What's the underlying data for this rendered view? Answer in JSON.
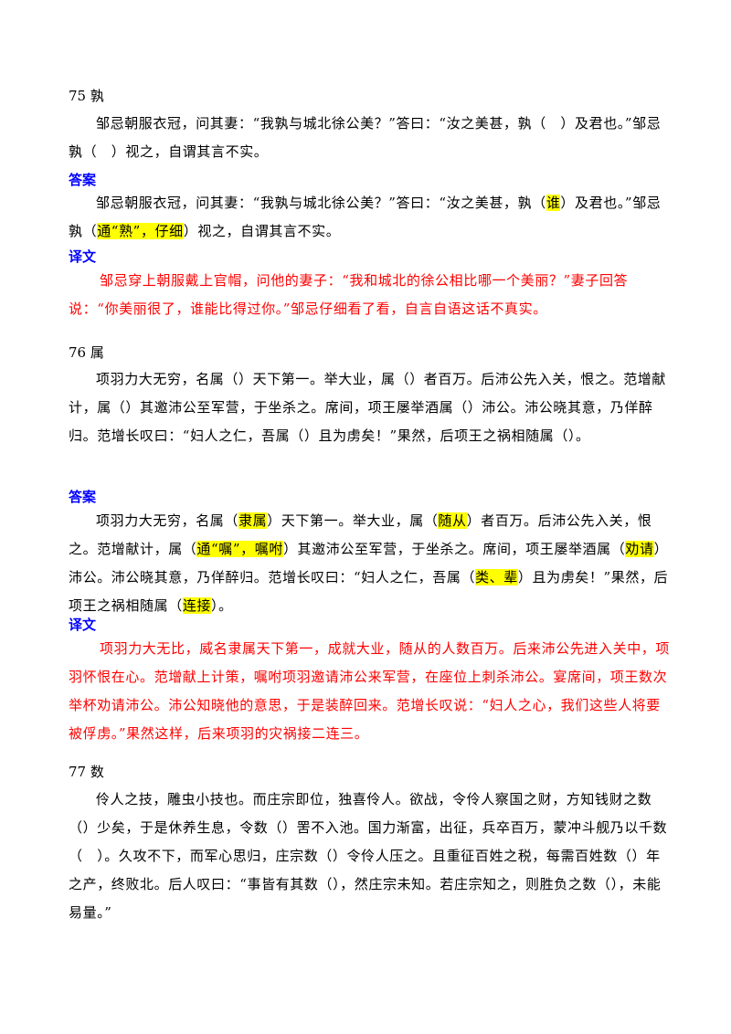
{
  "entries": [
    {
      "number_title": "75 孰",
      "question": [
        "邹忌朝服衣冠，问其妻：“我孰与城北徐公美？”答曰：“汝之美甚，孰（　）及君也。”邹忌孰（　）视之，自谓其言不实。"
      ],
      "answer_label": "答案",
      "answer_segments": [
        {
          "text": "邹忌朝服衣冠，问其妻：“我孰与城北徐公美？”答曰：“汝之美甚，孰（",
          "highlight": false
        },
        {
          "text": "谁",
          "highlight": true
        },
        {
          "text": "）及君也。”邹忌孰（",
          "highlight": false
        },
        {
          "text": "通“熟”，仔细",
          "highlight": true
        },
        {
          "text": "）视之，自谓其言不实。",
          "highlight": false
        }
      ],
      "translation_label": "译文",
      "translation": "邹忌穿上朝服戴上官帽，问他的妻子：“我和城北的徐公相比哪一个美丽？”妻子回答说：“你美丽很了，谁能比得过你。”邹忌仔细看了看，自言自语这话不真实。"
    },
    {
      "number_title": "76 属",
      "question": [
        "项羽力大无穷，名属（）天下第一。举大业，属（）者百万。后沛公先入关，恨之。范增献计，属（）其邀沛公至军营，于坐杀之。席间，项王屡举酒属（）沛公。沛公晓其意，乃佯醉归。范增长叹曰：“妇人之仁，吾属（）且为虏矣！”果然，后项王之祸相随属（）。"
      ],
      "answer_label": "答案",
      "answer_segments": [
        {
          "text": "项羽力大无穷，名属（",
          "highlight": false
        },
        {
          "text": "隶属",
          "highlight": true
        },
        {
          "text": "）天下第一。举大业，属（",
          "highlight": false
        },
        {
          "text": "随从",
          "highlight": true
        },
        {
          "text": "）者百万。后沛公先入关，恨之。范增献计，属（",
          "highlight": false
        },
        {
          "text": "通“嘱”，嘱咐",
          "highlight": true
        },
        {
          "text": "）其邀沛公至军营，于坐杀之。席间，项王屡举酒属（",
          "highlight": false
        },
        {
          "text": "劝请",
          "highlight": true
        },
        {
          "text": "）沛公。沛公晓其意，乃佯醉归。范增长叹曰：“妇人之仁，吾属（",
          "highlight": false
        },
        {
          "text": "类、辈",
          "highlight": true
        },
        {
          "text": "）且为虏矣！”果然，后项王之祸相随属（",
          "highlight": false
        },
        {
          "text": "连接",
          "highlight": true
        },
        {
          "text": "）。",
          "highlight": false
        }
      ],
      "translation_label": "译文",
      "translation": "项羽力大无比，威名隶属天下第一，成就大业，随从的人数百万。后来沛公先进入关中，项羽怀恨在心。范增献上计策，嘱咐项羽邀请沛公来军营，在座位上刺杀沛公。宴席间，项王数次举杯劝请沛公。沛公知晓他的意思，于是装醉回来。范增长叹说：“妇人之心，我们这些人将要被俘虏。”果然这样，后来项羽的灾祸接二连三。"
    },
    {
      "number_title": "77 数",
      "question": [
        "伶人之技，雕虫小技也。而庄宗即位，独喜伶人。欲战，令伶人察国之财，方知钱财之数（）少矣，于是休养生息，令数（）罟不入池。国力渐富，出征，兵卒百万，蒙冲斗舰乃以千数（　）。久攻不下，而军心思归，庄宗数（）令伶人压之。且重征百姓之税，每需百姓数（）年之产，终败北。后人叹曰：“事皆有其数（），然庄宗未知。若庄宗知之，则胜负之数（），未能易量。”"
      ]
    }
  ]
}
